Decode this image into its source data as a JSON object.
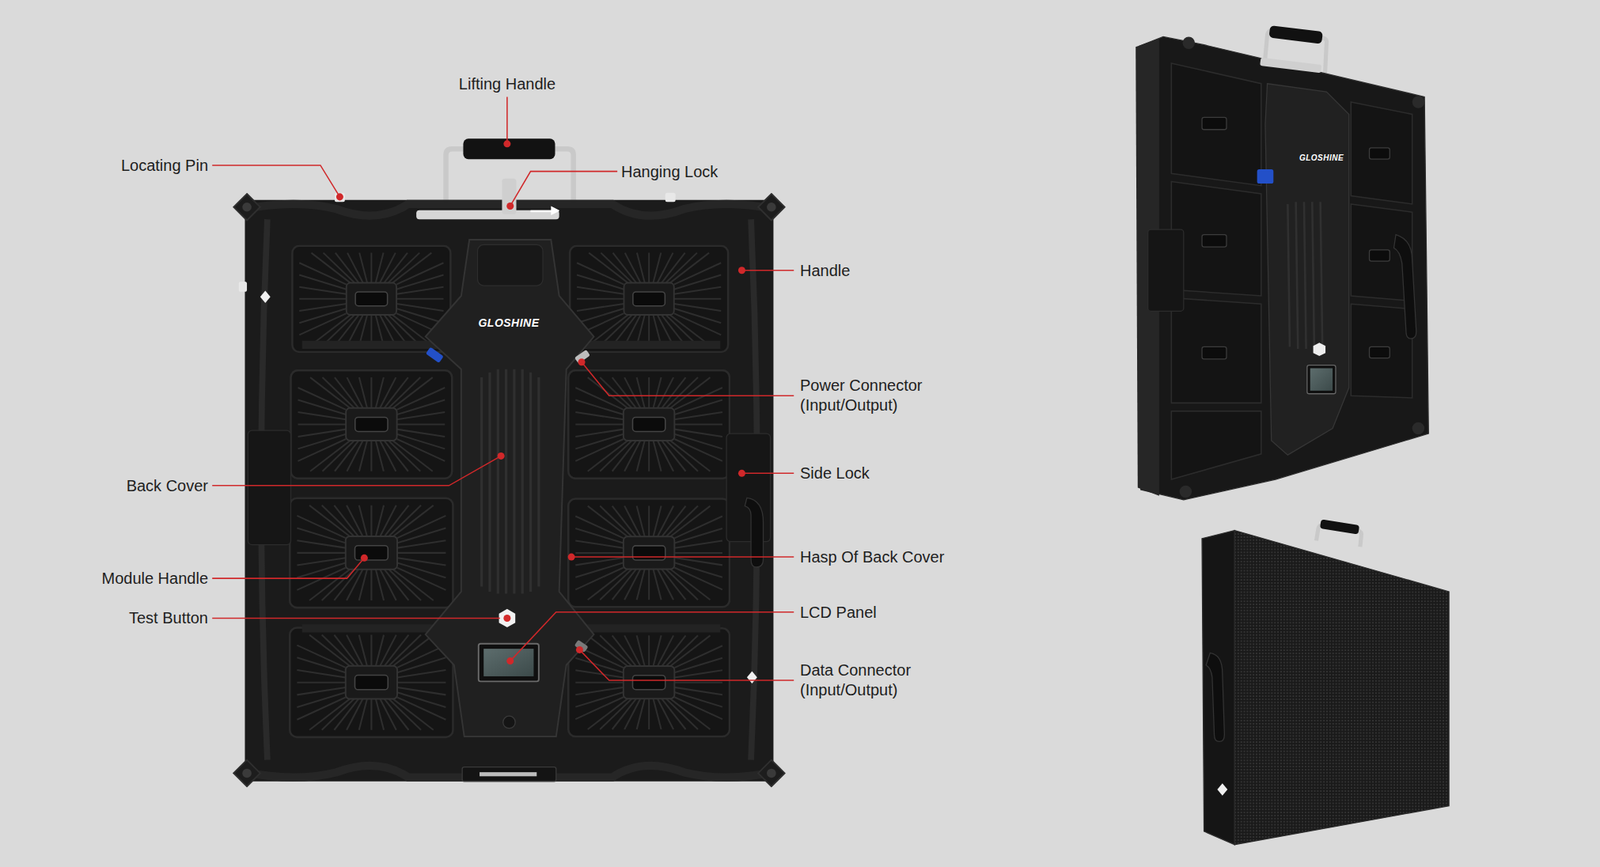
{
  "diagram": {
    "labels": [
      "Lifting Handle",
      "Locating Pin",
      "Hanging Lock",
      "Handle",
      "Power Connector (Input/Output)",
      "Back Cover",
      "Side Lock",
      "Hasp Of Back Cover",
      "Module Handle",
      "Test Button",
      "LCD Panel",
      "Data Connector (Input/Output)",
      "GLOSHINE",
      "GLOSHINE"
    ]
  }
}
